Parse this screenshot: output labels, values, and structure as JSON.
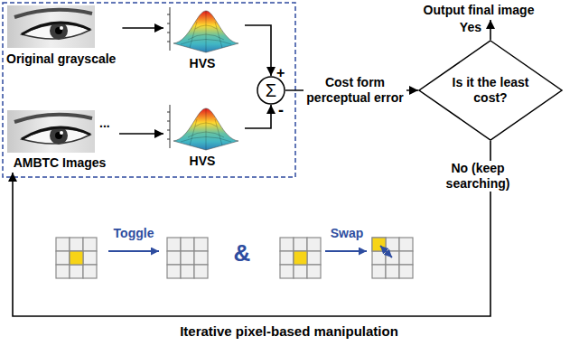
{
  "diagram": {
    "nodes": [
      {
        "text": [
          "Original grayscale"
        ]
      },
      {
        "text": [
          "HVS"
        ]
      },
      {
        "text": [
          "AMBTC Images"
        ]
      },
      {
        "text": [
          "HVS"
        ]
      },
      {
        "text": [
          "Σ"
        ]
      },
      {
        "text": [
          "Is it the least cost?"
        ]
      },
      {
        "text": [
          "Output final image"
        ]
      }
    ],
    "edges": [
      {
        "from": 0,
        "to": 1,
        "arrow": "to"
      },
      {
        "from": 1,
        "to": 4,
        "arrow": "to"
      },
      {
        "from": 2,
        "to": 3,
        "arrow": "to"
      },
      {
        "from": 3,
        "to": 4,
        "arrow": "to"
      },
      {
        "from": 4,
        "to": 5,
        "label": "Cost form perceptual error",
        "arrow": "to"
      },
      {
        "from": 5,
        "to": 6,
        "label": "Yes",
        "arrow": "to"
      },
      {
        "from": 5,
        "to": 2,
        "label": "No (keep searching)",
        "arrow": "to"
      }
    ],
    "labels": [
      "+",
      "-",
      "...",
      "Toggle",
      "&",
      "Swap",
      "Iterative pixel-based manipulation"
    ]
  }
}
